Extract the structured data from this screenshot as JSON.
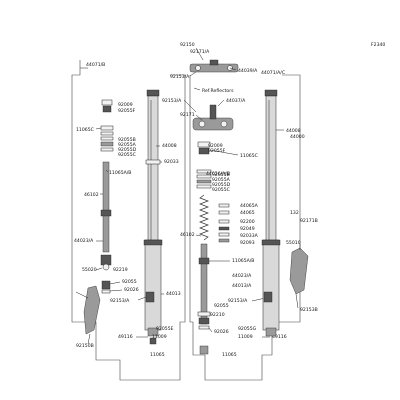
{
  "figure_id": "F2340",
  "labels": {
    "l44071B": "44071/B",
    "l92150": "92150",
    "l92171A": "92171/A",
    "l92153A_top": "92153/A",
    "l44039A": "44039/A",
    "l44071AC": "44071/A/C",
    "lRef": "Ref.Reflectors",
    "l92153A_mid": "92153/A",
    "l44037A": "44037/A",
    "l92171": "92171",
    "l44008_r": "44008",
    "l92009_l": "92009",
    "l92055F_l": "92055F",
    "l11065C_l": "11065C",
    "l92055B_l": "92055B",
    "l92055A_l": "92055A",
    "l92055D_l": "92055D",
    "l92055C_l": "92055C",
    "l44008_l": "44008",
    "l92033_l": "92033",
    "l92009_c": "92009",
    "l92055F_c": "92055F",
    "l11065C_c": "11065C",
    "l92055B_c": "92055B",
    "l92055A_c": "92055A",
    "l92055D_c": "92055D",
    "l92055C_c": "92055C",
    "l11065A_l": "11065A/B",
    "l44026": "44026/A/B",
    "l46102_l": "46102",
    "l44065A": "44065A",
    "l44065": "44065",
    "l92200": "92200",
    "l92049": "92049",
    "l92033A": "92033A",
    "l92093": "92093",
    "l46102_c": "46102",
    "l11065B": "11065A/B",
    "l44023_l": "44023/A",
    "l44023_c": "44023/A",
    "l55020": "55020",
    "l92219": "92219",
    "l92055_l": "92055",
    "l92026_l": "92026",
    "l44013_l": "44013",
    "l92153A_l": "92153/A",
    "l92055E_l": "92055E",
    "l49116_l": "49116",
    "l11009_l": "11009",
    "l11065_l": "11065",
    "l92150B": "92150B",
    "l44013_c": "44013/A",
    "l92055_c": "92055",
    "l92210": "92210",
    "l92026_c": "92026",
    "l92153A_c": "92153/A",
    "l92055G_c": "92055G",
    "l11009_c": "11009",
    "l11065_c": "11065",
    "l49116_r": "49116",
    "l132": "132",
    "l92171B": "92171B",
    "l55010": "55010",
    "l92153B": "92153B",
    "l44000": "44000"
  }
}
